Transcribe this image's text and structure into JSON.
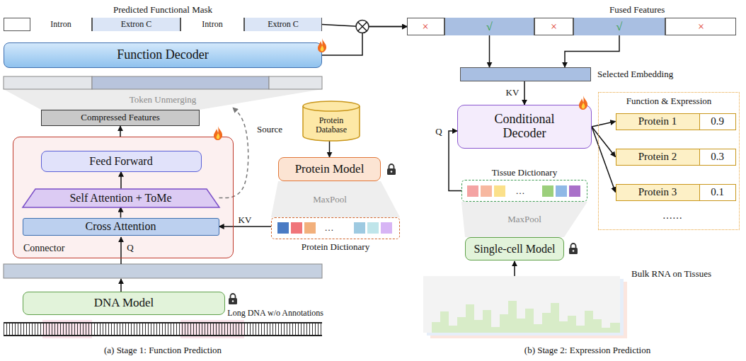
{
  "diagram": {
    "nodes": [
      {
        "text": [
          "Predicted Functional Mask"
        ]
      },
      {
        "text": [
          "Intron"
        ],
        "in": 0
      },
      {
        "text": [
          "Extron C"
        ],
        "in": 0
      },
      {
        "text": [
          "Intron"
        ],
        "in": 0
      },
      {
        "text": [
          "Extron C"
        ],
        "in": 0
      },
      {
        "text": [
          "Function Decoder"
        ]
      },
      {
        "text": [
          "Token Unmerging"
        ]
      },
      {
        "text": [
          "Compressed Features"
        ]
      },
      {
        "text": [
          "Connector"
        ]
      },
      {
        "text": [
          "Feed Forward"
        ],
        "in": 8
      },
      {
        "text": [
          "Self Attention + ToMe"
        ],
        "in": 8
      },
      {
        "text": [
          "Cross Attention"
        ],
        "in": 8
      },
      {
        "text": [
          "Protein Database"
        ]
      },
      {
        "text": [
          "Protein Model"
        ]
      },
      {
        "text": [
          "Protein Dictionary"
        ]
      },
      {
        "text": [
          "DNA Model"
        ]
      },
      {
        "text": [
          "Fused Features"
        ]
      },
      {
        "text": [
          "×"
        ],
        "in": 16
      },
      {
        "text": [
          "√"
        ],
        "in": 16
      },
      {
        "text": [
          "×"
        ],
        "in": 16
      },
      {
        "text": [
          "√"
        ],
        "in": 16
      },
      {
        "text": [
          "×"
        ],
        "in": 16
      },
      {
        "text": [
          "Selected Embedding"
        ]
      },
      {
        "text": [
          "Conditional Decoder"
        ]
      },
      {
        "text": [
          "Function & Expression"
        ]
      },
      {
        "text": [
          "Protein 1",
          "0.9"
        ],
        "in": 24
      },
      {
        "text": [
          "Protein 2",
          "0.3"
        ],
        "in": 24
      },
      {
        "text": [
          "Protein 3",
          "0.1"
        ],
        "in": 24
      },
      {
        "text": [
          "Tissue Dictionary"
        ]
      },
      {
        "text": [
          "Single-cell Model"
        ]
      }
    ],
    "edges": [
      {
        "from": 0,
        "to": 16,
        "arrow": "to"
      },
      {
        "from": 5,
        "to": 16,
        "arrow": "to"
      },
      {
        "from": 8,
        "to": 7,
        "arrow": "to"
      },
      {
        "from": 11,
        "to": 10,
        "arrow": "to"
      },
      {
        "from": 10,
        "to": 9,
        "arrow": "to"
      },
      {
        "from": 10,
        "to": 6,
        "label": "Source",
        "arrow": "to"
      },
      {
        "from": 12,
        "to": 13,
        "arrow": "to"
      },
      {
        "from": 14,
        "to": 11,
        "label": "KV",
        "arrow": "to"
      },
      {
        "from": 18,
        "to": 22,
        "arrow": "to"
      },
      {
        "from": 20,
        "to": 22,
        "arrow": "to"
      },
      {
        "from": 22,
        "to": 23,
        "label": "KV",
        "arrow": "to"
      },
      {
        "from": 28,
        "to": 23,
        "label": "Q",
        "arrow": "to"
      },
      {
        "from": 23,
        "to": 25,
        "arrow": "to"
      },
      {
        "from": 23,
        "to": 26,
        "arrow": "to"
      },
      {
        "from": 23,
        "to": 27,
        "arrow": "to"
      }
    ],
    "labels": [
      "Q",
      "MaxPool",
      "…",
      "Long DNA w/o Annotations",
      "(a) Stage 1: Function Prediction",
      "MaxPool",
      "…",
      "Bulk RNA on Tissues",
      "……",
      "(b) Stage 2: Expression Prediction"
    ]
  }
}
